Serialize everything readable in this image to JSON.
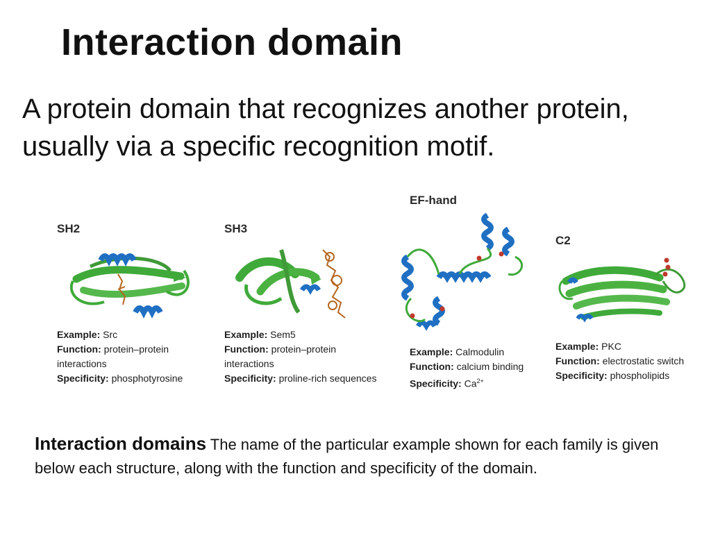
{
  "slide": {
    "title": "Interaction domain",
    "subtitle": "A protein domain that recognizes another protein, usually via a specific recognition motif."
  },
  "labels": {
    "example": "Example:",
    "function": "Function:",
    "specificity": "Specificity:"
  },
  "domains": [
    {
      "name": "SH2",
      "example": "Src",
      "function_line1": "protein–protein",
      "function_line2": "interactions",
      "specificity": "phosphotyrosine"
    },
    {
      "name": "SH3",
      "example": "Sem5",
      "function_line1": "protein–protein",
      "function_line2": "interactions",
      "specificity": "proline-rich sequences"
    },
    {
      "name": "EF-hand",
      "example": "Calmodulin",
      "function_line1": "calcium binding",
      "specificity_base": "Ca",
      "specificity_sup": "2+"
    },
    {
      "name": "C2",
      "example": "PKC",
      "function_line1": "electrostatic switch",
      "specificity": "phospholipids"
    }
  ],
  "caption": {
    "bold": "Interaction domains",
    "text": "The name of the particular example shown for each family is given below each structure, along with the function and specificity of the domain."
  },
  "colors": {
    "sheet": "#3faa3a",
    "helix": "#1f6fc2",
    "ligand": "#b5651d",
    "ion": "#c0392b"
  }
}
